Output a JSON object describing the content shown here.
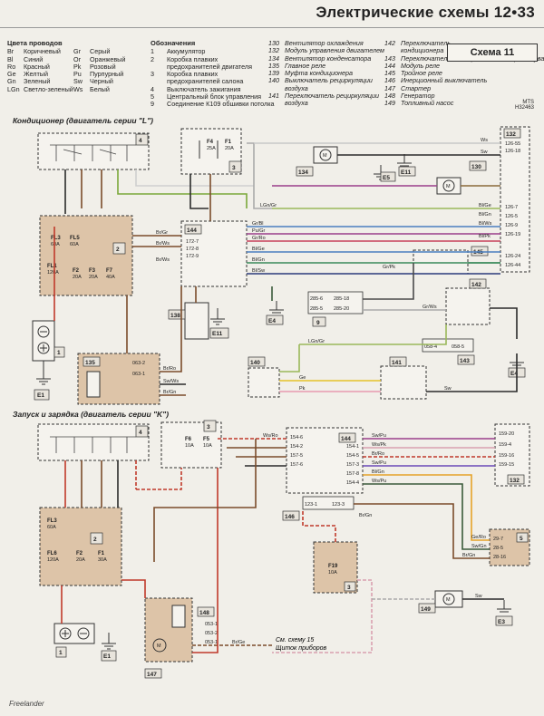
{
  "header": {
    "title": "Электрические схемы 12•33"
  },
  "scheme": {
    "label": "Схема 11"
  },
  "mts": {
    "code_top": "MTS",
    "code_bottom": "H32463"
  },
  "colors_legend": {
    "title": "Цвета проводов",
    "rows": [
      {
        "code": "Br",
        "name": "Коричневый",
        "code2": "Gr",
        "name2": "Серый"
      },
      {
        "code": "Bl",
        "name": "Синий",
        "code2": "Or",
        "name2": "Оранжевый"
      },
      {
        "code": "Ro",
        "name": "Красный",
        "code2": "Pk",
        "name2": "Розовый"
      },
      {
        "code": "Ge",
        "name": "Желтый",
        "code2": "Pu",
        "name2": "Пурпурный"
      },
      {
        "code": "Gn",
        "name": "Зеленый",
        "code2": "Sw",
        "name2": "Черный"
      },
      {
        "code": "LGn",
        "name": "Светло-зеленый",
        "code2": "Ws",
        "name2": "Белый"
      }
    ]
  },
  "designations": {
    "title": "Обозначения",
    "col1": [
      {
        "num": "1",
        "text": "Аккумулятор"
      },
      {
        "num": "2",
        "text": "Коробка плавких"
      },
      {
        "num": "",
        "text": "предохранителей двигателя"
      },
      {
        "num": "3",
        "text": "Коробка плавких"
      },
      {
        "num": "",
        "text": "предохранителей салона"
      },
      {
        "num": "4",
        "text": "Выключатель зажигания"
      },
      {
        "num": "5",
        "text": "Центральный блок управления"
      },
      {
        "num": "9",
        "text": "Соединение К109 обшивки потолка"
      }
    ],
    "col2": [
      {
        "num": "130",
        "text": "Вентилятор охлаждения"
      },
      {
        "num": "132",
        "text": "Модуль управления двигателем"
      },
      {
        "num": "134",
        "text": "Вентилятор конденсатора"
      },
      {
        "num": "135",
        "text": "Главное реле"
      },
      {
        "num": "139",
        "text": "Муфта кондиционера"
      },
      {
        "num": "140",
        "text": "Выключатель рециркуляции"
      },
      {
        "num": "",
        "text": "воздуха"
      },
      {
        "num": "141",
        "text": "Переключатель рециркуляции"
      },
      {
        "num": "",
        "text": "воздуха"
      }
    ],
    "col3": [
      {
        "num": "142",
        "text": "Переключатель"
      },
      {
        "num": "",
        "text": "кондиционера"
      },
      {
        "num": "143",
        "text": "Переключатель электровентилятора обдува"
      },
      {
        "num": "144",
        "text": "Модуль реле"
      },
      {
        "num": "145",
        "text": "Тройное реле"
      },
      {
        "num": "146",
        "text": "Инерционный выключатель"
      },
      {
        "num": "147",
        "text": "Стартер"
      },
      {
        "num": "148",
        "text": "Генератор"
      },
      {
        "num": "149",
        "text": "Топливный насос"
      }
    ]
  },
  "sections": {
    "top": "Кондиционер (двигатель серии \"L\")",
    "bottom": "Запуск и зарядка (двигатель серии \"K\")"
  },
  "wire_labels": {
    "top": [
      "Ws",
      "Sw",
      "LGn/Gr",
      "Gr/Bl",
      "Pu/Gr",
      "Gr/Ro",
      "Bl/Ge",
      "Bl/Gn",
      "Bl/Sw",
      "Br/Gr",
      "Br/Ws",
      "Br/Ws",
      "Gr/Pk",
      "Gr/Ws",
      "LGn/Gr",
      "Ge",
      "Pk",
      "Sw",
      "Bl/Ge",
      "Bl/Gn",
      "Bl/Ws",
      "Bl/Pk",
      "Br/Ro",
      "Sw/Ws",
      "Br/Gn"
    ],
    "bottom": [
      "Ws/Ro",
      "Sw/Pu",
      "Ws/Pk",
      "Br/Ro",
      "Sw/Pu",
      "Bl/Gn",
      "Ws/Pu",
      "Br/Gn",
      "Ge/Ro",
      "Sw/Gn",
      "Br/Gn",
      "Br/Ge",
      "Sw"
    ]
  },
  "connector_labels": {
    "top": [
      "126-55",
      "126-18",
      "126-7",
      "126-5",
      "126-9",
      "126-19",
      "126-24",
      "126-44",
      "285-6",
      "285-18",
      "285-5",
      "285-20",
      "058-4",
      "058-5",
      "172-7",
      "172-8",
      "172-9",
      "063-2",
      "063-1"
    ],
    "bottom": [
      "154-6",
      "154-2",
      "157-5",
      "157-6",
      "154-1",
      "154-5",
      "157-3",
      "157-8",
      "154-4",
      "123-1",
      "123-3",
      "159-20",
      "159-4",
      "159-16",
      "159-15",
      "29-7",
      "28-5",
      "28-16",
      "053-1",
      "053-2",
      "053-1"
    ]
  },
  "components": {
    "top": [
      "4",
      "3",
      "2",
      "1",
      "E1",
      "135",
      "144",
      "138",
      "E11",
      "134",
      "E5",
      "E11",
      "130",
      "132",
      "145",
      "E4",
      "9",
      "142",
      "143",
      "E4",
      "140",
      "141"
    ],
    "bottom": [
      "4",
      "3",
      "2",
      "1",
      "E1",
      "148",
      "147",
      "144",
      "146",
      "132",
      "5",
      "3",
      "149",
      "E3"
    ]
  },
  "fuses": {
    "top": [
      "F4",
      "25A",
      "F1",
      "20A",
      "FL3",
      "60A",
      "FL5",
      "60A",
      "FL1",
      "120A",
      "F2",
      "20A",
      "F3",
      "20A",
      "F7",
      "40A"
    ],
    "bottom": [
      "F6",
      "10A",
      "F5",
      "10A",
      "FL3",
      "60A",
      "FL6",
      "120A",
      "F2",
      "20A",
      "F1",
      "30A",
      "F19",
      "10A"
    ]
  },
  "see_note": {
    "line1": "См. схему 15",
    "line2": "Щиток приборов"
  },
  "footer": {
    "text": "Freelander"
  }
}
